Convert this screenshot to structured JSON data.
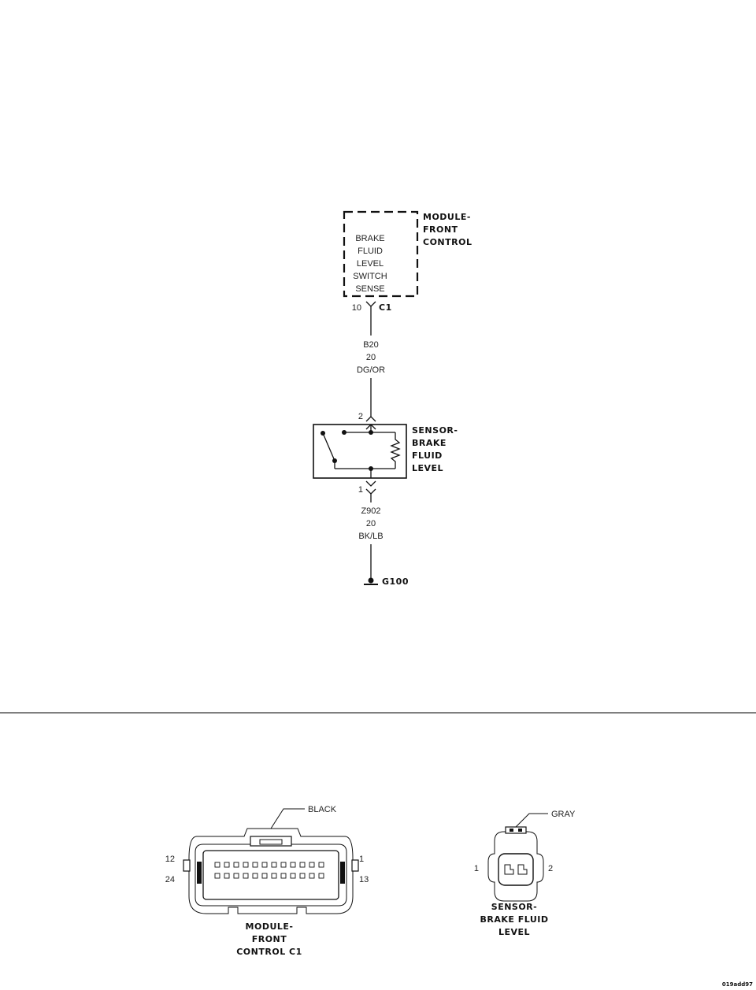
{
  "module": {
    "title_lines": [
      "MODULE-",
      "FRONT",
      "CONTROL"
    ],
    "signal_lines": [
      "BRAKE",
      "FLUID",
      "LEVEL",
      "SWITCH",
      "SENSE"
    ],
    "pin": "10",
    "connector": "C1"
  },
  "wire_top": {
    "circuit": "B20",
    "gauge": "20",
    "color": "DG/OR"
  },
  "sensor": {
    "pin_top": "2",
    "pin_bottom": "1",
    "title_lines": [
      "SENSOR-",
      "BRAKE",
      "FLUID",
      "LEVEL"
    ]
  },
  "wire_bottom": {
    "circuit": "Z902",
    "gauge": "20",
    "color": "BK/LB"
  },
  "ground": {
    "label": "G100"
  },
  "connector_c1": {
    "color_label": "BLACK",
    "pin_top_left": "12",
    "pin_top_right": "1",
    "pin_bottom_left": "24",
    "pin_bottom_right": "13",
    "caption_lines": [
      "MODULE-",
      "FRONT",
      "CONTROL C1"
    ]
  },
  "connector_sensor": {
    "color_label": "GRAY",
    "pin_left": "1",
    "pin_right": "2",
    "caption_lines": [
      "SENSOR-",
      "BRAKE FLUID",
      "LEVEL"
    ]
  },
  "figure_code": "019add97"
}
